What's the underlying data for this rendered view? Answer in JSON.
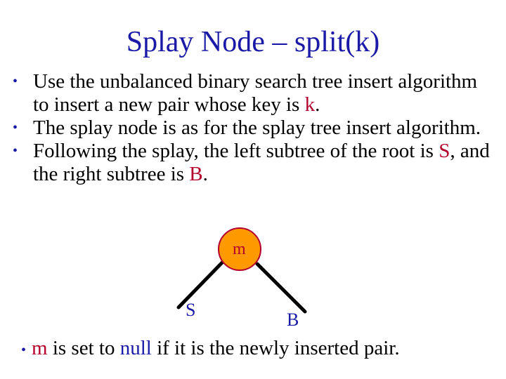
{
  "title": "Splay Node – split(k)",
  "bullets": {
    "b1": {
      "pre": "Use the unbalanced binary search tree insert algorithm to insert a new pair whose key is ",
      "key": "k",
      "post": "."
    },
    "b2": {
      "text": "The splay node is as for the splay tree insert algorithm."
    },
    "b3": {
      "pre": "Following the splay, the left subtree of the root is ",
      "s": "S",
      "mid": ", and the right subtree is ",
      "b": "B",
      "post": "."
    }
  },
  "tree": {
    "root": "m",
    "left": "S",
    "right": "B"
  },
  "bottom": {
    "m": "m",
    "mid": " is set to ",
    "null": "null",
    "post": " if it is the newly inserted pair."
  },
  "colors": {
    "title": "#1a1aa6",
    "highlight_red": "#b3002d",
    "highlight_blue": "#1a1aa6",
    "node_fill": "#ff9900",
    "node_stroke": "#b3002d"
  }
}
